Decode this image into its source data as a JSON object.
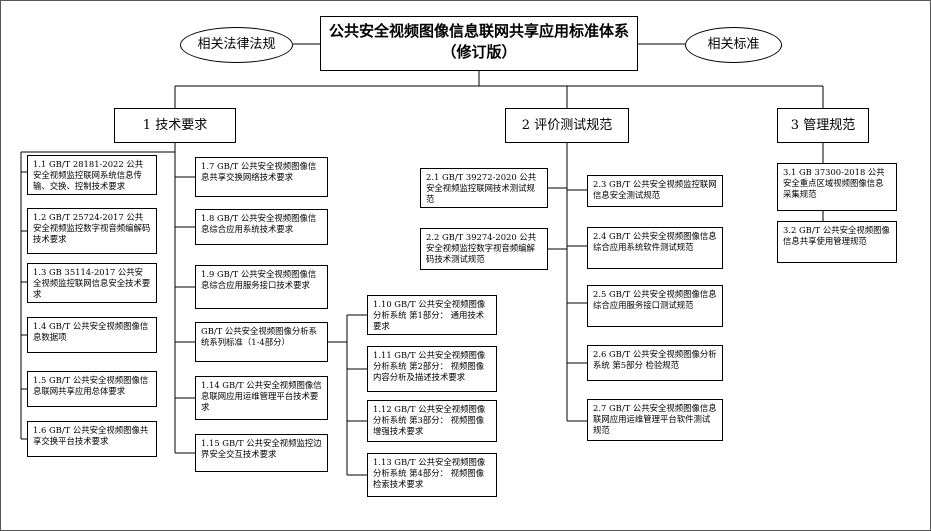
{
  "diagram": {
    "title_line1": "公共安全视频图像信息联网共享应用标准体系",
    "title_line2": "（修订版）",
    "left_oval": "相关法律法规",
    "right_oval": "相关标准",
    "categories": [
      {
        "label": "1  技术要求",
        "items": [
          "1.1 GB/T 28181-2022 公共安全视频监控联网系统信息传输、交换、控制技术要求",
          "1.2 GB/T 25724-2017 公共安全视频监控数字视音频编解码技术要求",
          "1.3 GB 35114-2017 公共安全视频监控联网信息安全技术要求",
          "1.4 GB/T 公共安全视频图像信息数据项",
          "1.5 GB/T 公共安全视频图像信息联网共享应用总体要求",
          "1.6 GB/T 公共安全视频图像共享交换平台技术要求",
          "1.7 GB/T 公共安全视频图像信息共享交换网络技术要求",
          "1.8 GB/T 公共安全视频图像信息综合应用系统技术要求",
          "1.9 GB/T 公共安全视频图像信息综合应用服务接口技术要求",
          "GB/T 公共安全视频图像分析系统系列标准（1-4部分）",
          "1.14  GB/T 公共安全视频图像信息联网应用运维管理平台技术要求",
          "1.15 GB/T 公共安全视频监控边界安全交互技术要求"
        ],
        "sub_items": [
          "1.10  GB/T 公共安全视频图像分析系统 第1部分： 通用技术要求",
          "1.11  GB/T 公共安全视频图像分析系统 第2部分： 视频图像内容分析及描述技术要求",
          "1.12  GB/T 公共安全视频图像分析系统 第3部分： 视频图像增强技术要求",
          "1.13  GB/T 公共安全视频图像分析系统 第4部分： 视频图像检索技术要求"
        ]
      },
      {
        "label": "2  评价测试规范",
        "items": [
          "2.1 GB/T 39272-2020 公共安全视频监控联网技术测试规范",
          "2.2 GB/T 39274-2020 公共安全视频监控数字视音频编解码技术测试规范",
          "2.3 GB/T 公共安全视频监控联网信息安全测试规范",
          "2.4 GB/T 公共安全视频图像信息综合应用系统软件测试规范",
          "2.5 GB/T 公共安全视频图像信息综合应用服务接口测试规范",
          "2.6 GB/T 公共安全视频图像分析系统 第5部分 检验规范",
          "2.7 GB/T 公共安全视频图像信息联网应用运维管理平台软件测试规范"
        ]
      },
      {
        "label": "3  管理规范",
        "items": [
          "3.1 GB 37300-2018 公共安全重点区域视频图像信息采集规范",
          "3.2 GB/T 公共安全视频图像信息共享使用管理规范"
        ]
      }
    ]
  }
}
